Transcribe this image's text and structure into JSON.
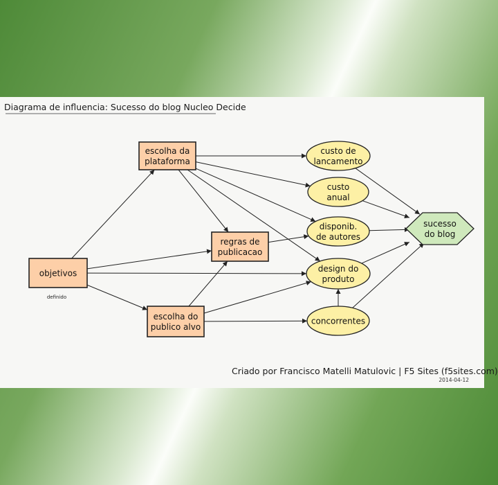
{
  "title": "Diagrama de influencia: Sucesso do blog Nucleo Decide",
  "footer": "Criado por Francisco Matelli Matulovic | F5 Sites (f5sites.com)",
  "date": "2014-04-12",
  "colors": {
    "decision_fill": "#fdcfa8",
    "chance_fill": "#fdf0a5",
    "value_fill": "#cfe9bc",
    "stroke": "#222222"
  },
  "nodes": [
    {
      "id": "objetivos",
      "type": "decision",
      "label": [
        "objetivos"
      ],
      "sublabel": "definido"
    },
    {
      "id": "plataforma",
      "type": "decision",
      "label": [
        "escolha da",
        "plataforma"
      ]
    },
    {
      "id": "regras",
      "type": "decision",
      "label": [
        "regras de",
        "publicacao"
      ]
    },
    {
      "id": "publico",
      "type": "decision",
      "label": [
        "escolha do",
        "publico alvo"
      ]
    },
    {
      "id": "lancamento",
      "type": "chance",
      "label": [
        "custo de",
        "lancamento"
      ]
    },
    {
      "id": "anual",
      "type": "chance",
      "label": [
        "custo",
        "anual"
      ]
    },
    {
      "id": "autores",
      "type": "chance",
      "label": [
        "disponib.",
        "de autores"
      ]
    },
    {
      "id": "design",
      "type": "chance",
      "label": [
        "design do",
        "produto"
      ]
    },
    {
      "id": "concorrentes",
      "type": "chance",
      "label": [
        "concorrentes"
      ]
    },
    {
      "id": "sucesso",
      "type": "value",
      "label": [
        "sucesso",
        "do blog"
      ]
    }
  ],
  "edges": [
    [
      "objetivos",
      "plataforma"
    ],
    [
      "objetivos",
      "regras"
    ],
    [
      "objetivos",
      "design"
    ],
    [
      "objetivos",
      "publico"
    ],
    [
      "plataforma",
      "lancamento"
    ],
    [
      "plataforma",
      "anual"
    ],
    [
      "plataforma",
      "autores"
    ],
    [
      "plataforma",
      "regras"
    ],
    [
      "plataforma",
      "design"
    ],
    [
      "publico",
      "regras"
    ],
    [
      "publico",
      "design"
    ],
    [
      "publico",
      "concorrentes"
    ],
    [
      "regras",
      "autores"
    ],
    [
      "concorrentes",
      "design"
    ],
    [
      "lancamento",
      "sucesso"
    ],
    [
      "anual",
      "sucesso"
    ],
    [
      "autores",
      "sucesso"
    ],
    [
      "design",
      "sucesso"
    ],
    [
      "concorrentes",
      "sucesso"
    ]
  ]
}
